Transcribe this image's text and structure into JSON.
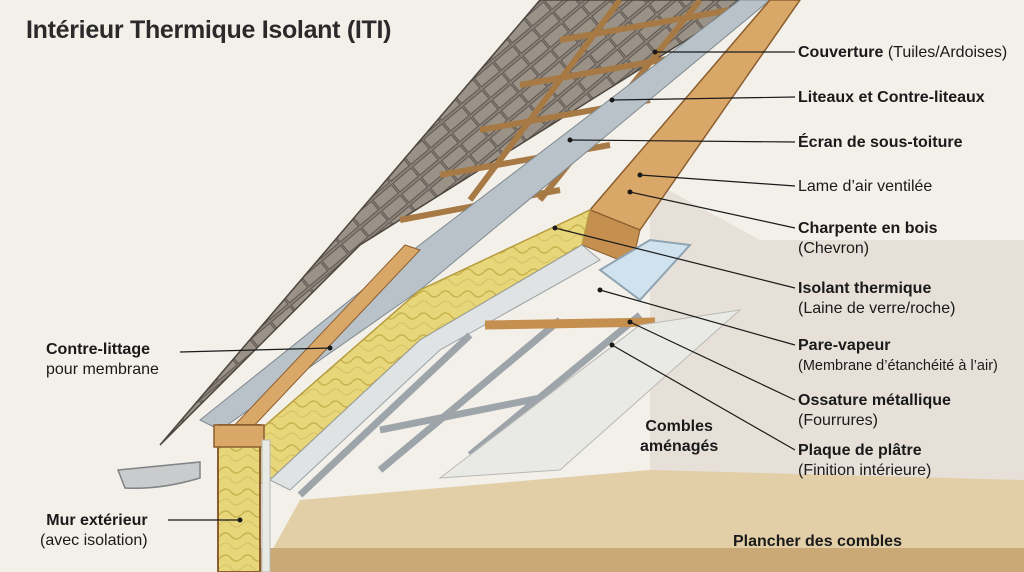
{
  "title": "Intérieur Thermique Isolant (ITI)",
  "labels": {
    "couverture": {
      "main": "Couverture",
      "sub": "(Tuiles/Ardoises)"
    },
    "liteaux": {
      "main": "Liteaux et Contre-liteaux"
    },
    "ecran": {
      "main": "Écran de sous-toiture"
    },
    "lame": {
      "sub": "Lame d’air ventilée"
    },
    "charpente": {
      "main": "Charpente en bois",
      "sub": "(Chevron)"
    },
    "isolant": {
      "main": "Isolant thermique",
      "sub": "(Laine de verre/roche)"
    },
    "pare_vapeur": {
      "main": "Pare-vapeur",
      "sub": "(Membrane d’étanchéité à l’air)"
    },
    "ossature": {
      "main": "Ossature métallique",
      "sub": "(Fourrures)"
    },
    "plaque": {
      "main": "Plaque de plâtre",
      "sub": "(Finition intérieure)"
    },
    "contre_littage": {
      "main": "Contre-littage",
      "sub": "pour membrane"
    },
    "combles": {
      "main": "Combles",
      "main2": "aménagés"
    },
    "mur": {
      "main": "Mur extérieur",
      "sub": "(avec isolation)"
    },
    "plancher": {
      "main": "Plancher des combles"
    }
  },
  "colors": {
    "insulation": "#e8d77a",
    "wood": "#d9a869",
    "tiles": "#8a8178",
    "membrane": "#b8c2c8",
    "plaster": "#e9e9e6",
    "floor": "#e2cfa8"
  }
}
